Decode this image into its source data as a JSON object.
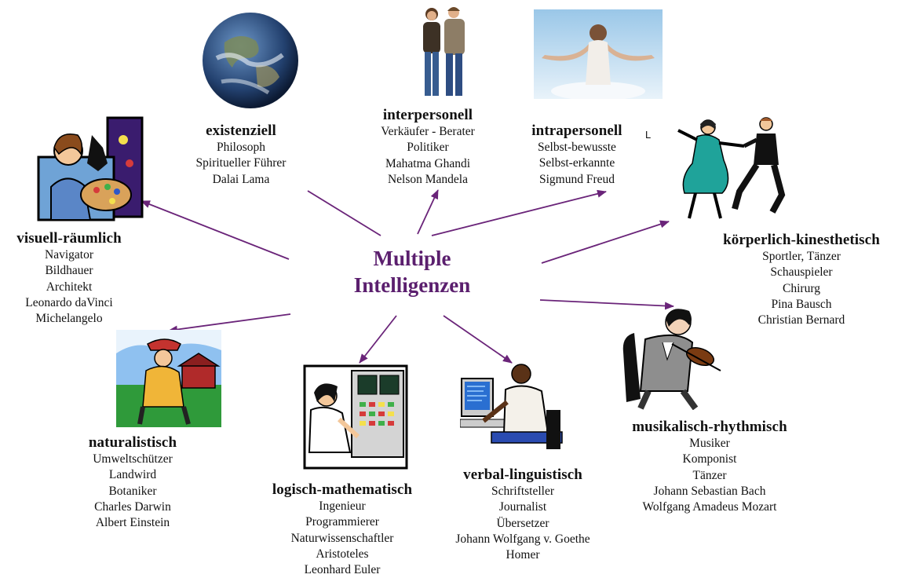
{
  "center": {
    "line1": "Multiple",
    "line2": "Intelligenzen"
  },
  "stray_mark": "L",
  "groups": [
    {
      "key": "visuell",
      "title": "visuell-räumlich",
      "items": [
        "Navigator",
        "Bildhauer",
        "Architekt",
        "Leonardo daVinci",
        "Michelangelo"
      ],
      "icon": "painter-icon"
    },
    {
      "key": "existenziell",
      "title": "existenziell",
      "items": [
        "Philosoph",
        "Spiritueller Führer",
        "Dalai Lama"
      ],
      "icon": "globe-icon"
    },
    {
      "key": "interpersonell",
      "title": "interpersonell",
      "items": [
        "Verkäufer - Berater",
        "Politiker",
        "Mahatma Ghandi",
        "Nelson Mandela"
      ],
      "icon": "couple-icon"
    },
    {
      "key": "intrapersonell",
      "title": "intrapersonell",
      "items": [
        "Selbst-bewusste",
        "Selbst-erkannte",
        "Sigmund Freud"
      ],
      "icon": "meditation-icon"
    },
    {
      "key": "koerperlich",
      "title": "körperlich-kinesthetisch",
      "items": [
        "Sportler, Tänzer",
        "Schauspieler",
        "Chirurg",
        "Pina Bausch",
        "Christian Bernard"
      ],
      "icon": "dancers-icon"
    },
    {
      "key": "naturalistisch",
      "title": "naturalistisch",
      "items": [
        "Umweltschützer",
        "Landwird",
        "Botaniker",
        "Charles Darwin",
        "Albert Einstein"
      ],
      "icon": "farmer-icon"
    },
    {
      "key": "logisch",
      "title": "logisch-mathematisch",
      "items": [
        "Ingenieur",
        "Programmierer",
        "Naturwissenschaftler",
        "Aristoteles",
        "Leonhard Euler"
      ],
      "icon": "computer-operator-icon"
    },
    {
      "key": "verbal",
      "title": "verbal-linguistisch",
      "items": [
        "Schriftsteller",
        "Journalist",
        "Übersetzer",
        "Johann Wolfgang v. Goethe",
        "Homer"
      ],
      "icon": "writer-at-computer-icon"
    },
    {
      "key": "musikalisch",
      "title": "musikalisch-rhythmisch",
      "items": [
        "Musiker",
        "Komponist",
        "Tänzer",
        "Johann Sebastian Bach",
        "Wolfgang Amadeus Mozart"
      ],
      "icon": "violinist-icon"
    }
  ],
  "colors": {
    "arrow": "#6a2479",
    "center_text": "#5b1f6e"
  }
}
